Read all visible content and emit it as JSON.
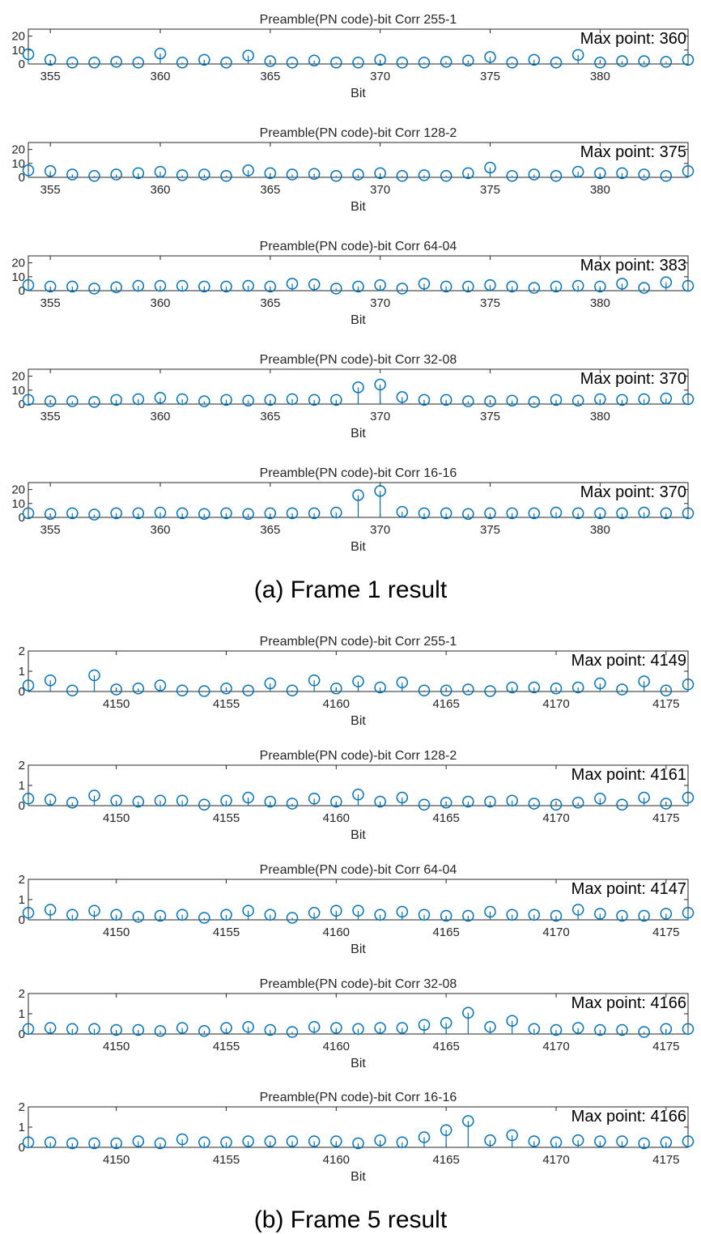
{
  "colors": {
    "series": "#0072BD",
    "axis": "#262626",
    "text": "#000000"
  },
  "captions": [
    "(a) Frame 1 result",
    "(b) Frame 5 result"
  ],
  "chart_data": [
    {
      "type": "stem",
      "title": "Preamble(PN code)-bit Corr 255-1",
      "xlabel": "Bit",
      "xlim": [
        354,
        384
      ],
      "ylim": [
        0,
        25
      ],
      "xticks": [
        355,
        360,
        365,
        370,
        375,
        380
      ],
      "yticks": [
        0,
        10,
        20
      ],
      "annotation": "Max point: 360",
      "x": [
        354,
        355,
        356,
        357,
        358,
        359,
        360,
        361,
        362,
        363,
        364,
        365,
        366,
        367,
        368,
        369,
        370,
        371,
        372,
        373,
        374,
        375,
        376,
        377,
        378,
        379,
        380,
        381,
        382,
        383,
        384
      ],
      "y": [
        7,
        3,
        1,
        1,
        1.5,
        1,
        7.5,
        1,
        3,
        1,
        6,
        2,
        1,
        2.5,
        1,
        1,
        3,
        1,
        1,
        1.5,
        2.5,
        5,
        1,
        3,
        1,
        6.5,
        1,
        2,
        2,
        1.5,
        3
      ]
    },
    {
      "type": "stem",
      "title": "Preamble(PN code)-bit Corr 128-2",
      "xlabel": "Bit",
      "xlim": [
        354,
        384
      ],
      "ylim": [
        0,
        25
      ],
      "xticks": [
        355,
        360,
        365,
        370,
        375,
        380
      ],
      "yticks": [
        0,
        10,
        20
      ],
      "annotation": "Max point: 375",
      "x": [
        354,
        355,
        356,
        357,
        358,
        359,
        360,
        361,
        362,
        363,
        364,
        365,
        366,
        367,
        368,
        369,
        370,
        371,
        372,
        373,
        374,
        375,
        376,
        377,
        378,
        379,
        380,
        381,
        382,
        383,
        384
      ],
      "y": [
        5,
        4.5,
        2,
        1,
        2,
        3,
        4,
        1.5,
        2,
        1,
        5,
        3,
        2,
        2.5,
        1,
        2,
        3,
        1,
        1.5,
        1,
        3,
        7,
        1,
        2,
        1,
        4,
        3,
        3,
        2,
        1,
        4.5
      ]
    },
    {
      "type": "stem",
      "title": "Preamble(PN code)-bit Corr 64-04",
      "xlabel": "Bit",
      "xlim": [
        354,
        384
      ],
      "ylim": [
        0,
        25
      ],
      "xticks": [
        355,
        360,
        365,
        370,
        375,
        380
      ],
      "yticks": [
        0,
        10,
        20
      ],
      "annotation": "Max point: 383",
      "x": [
        354,
        355,
        356,
        357,
        358,
        359,
        360,
        361,
        362,
        363,
        364,
        365,
        366,
        367,
        368,
        369,
        370,
        371,
        372,
        373,
        374,
        375,
        376,
        377,
        378,
        379,
        380,
        381,
        382,
        383,
        384
      ],
      "y": [
        4,
        3,
        3,
        1.5,
        2.5,
        3.5,
        3.5,
        3.5,
        3,
        3,
        3.5,
        3,
        5,
        4.5,
        1.5,
        3,
        4,
        1.5,
        5,
        3,
        3,
        4,
        3,
        2,
        3,
        3.5,
        3,
        5,
        2,
        6,
        3.5
      ]
    },
    {
      "type": "stem",
      "title": "Preamble(PN code)-bit Corr 32-08",
      "xlabel": "Bit",
      "xlim": [
        354,
        384
      ],
      "ylim": [
        0,
        25
      ],
      "xticks": [
        355,
        360,
        365,
        370,
        375,
        380
      ],
      "yticks": [
        0,
        10,
        20
      ],
      "annotation": "Max point: 370",
      "x": [
        354,
        355,
        356,
        357,
        358,
        359,
        360,
        361,
        362,
        363,
        364,
        365,
        366,
        367,
        368,
        369,
        370,
        371,
        372,
        373,
        374,
        375,
        376,
        377,
        378,
        379,
        380,
        381,
        382,
        383,
        384
      ],
      "y": [
        3,
        2,
        2,
        1.5,
        3,
        3.5,
        4.5,
        3.5,
        2,
        3,
        2.5,
        3,
        3.5,
        3,
        3,
        12,
        14,
        5,
        3,
        3,
        2,
        2,
        2.5,
        1.5,
        3,
        2.5,
        3.5,
        3,
        3.5,
        4,
        3.5
      ]
    },
    {
      "type": "stem",
      "title": "Preamble(PN code)-bit Corr 16-16",
      "xlabel": "Bit",
      "xlim": [
        354,
        384
      ],
      "ylim": [
        0,
        25
      ],
      "xticks": [
        355,
        360,
        365,
        370,
        375,
        380
      ],
      "yticks": [
        0,
        10,
        20
      ],
      "annotation": "Max point: 370",
      "x": [
        354,
        355,
        356,
        357,
        358,
        359,
        360,
        361,
        362,
        363,
        364,
        365,
        366,
        367,
        368,
        369,
        370,
        371,
        372,
        373,
        374,
        375,
        376,
        377,
        378,
        379,
        380,
        381,
        382,
        383,
        384
      ],
      "y": [
        3,
        2.5,
        3,
        2,
        3,
        3,
        3.5,
        3,
        2.5,
        3,
        2.5,
        3,
        3,
        3,
        3.5,
        16,
        19,
        4,
        3,
        3,
        2.5,
        3,
        3,
        3,
        3.5,
        3,
        3,
        3,
        3.5,
        3,
        3
      ]
    },
    {
      "type": "stem",
      "title": "Preamble(PN code)-bit Corr 255-1",
      "xlabel": "Bit",
      "xlim": [
        4146,
        4176
      ],
      "ylim": [
        0,
        2
      ],
      "xticks": [
        4150,
        4155,
        4160,
        4165,
        4170,
        4175
      ],
      "yticks": [
        0,
        1,
        2
      ],
      "annotation": "Max point: 4149",
      "x": [
        4146,
        4147,
        4148,
        4149,
        4150,
        4151,
        4152,
        4153,
        4154,
        4155,
        4156,
        4157,
        4158,
        4159,
        4160,
        4161,
        4162,
        4163,
        4164,
        4165,
        4166,
        4167,
        4168,
        4169,
        4170,
        4171,
        4172,
        4173,
        4174,
        4175,
        4176
      ],
      "y": [
        0.3,
        0.55,
        0.05,
        0.8,
        0.1,
        0.15,
        0.3,
        0.05,
        0.02,
        0.15,
        0.05,
        0.4,
        0.05,
        0.55,
        0.15,
        0.5,
        0.2,
        0.45,
        0.05,
        0.05,
        0.1,
        0.02,
        0.2,
        0.2,
        0.15,
        0.2,
        0.4,
        0.1,
        0.5,
        0.05,
        0.35
      ]
    },
    {
      "type": "stem",
      "title": "Preamble(PN code)-bit Corr 128-2",
      "xlabel": "Bit",
      "xlim": [
        4146,
        4176
      ],
      "ylim": [
        0,
        2
      ],
      "xticks": [
        4150,
        4155,
        4160,
        4165,
        4170,
        4175
      ],
      "yticks": [
        0,
        1,
        2
      ],
      "annotation": "Max point: 4161",
      "x": [
        4146,
        4147,
        4148,
        4149,
        4150,
        4151,
        4152,
        4153,
        4154,
        4155,
        4156,
        4157,
        4158,
        4159,
        4160,
        4161,
        4162,
        4163,
        4164,
        4165,
        4166,
        4167,
        4168,
        4169,
        4170,
        4171,
        4172,
        4173,
        4174,
        4175,
        4176
      ],
      "y": [
        0.35,
        0.3,
        0.15,
        0.5,
        0.25,
        0.2,
        0.25,
        0.25,
        0.05,
        0.25,
        0.4,
        0.2,
        0.1,
        0.35,
        0.2,
        0.55,
        0.2,
        0.4,
        0.05,
        0.15,
        0.2,
        0.2,
        0.25,
        0.1,
        0.05,
        0.15,
        0.35,
        0.05,
        0.4,
        0.1,
        0.4
      ]
    },
    {
      "type": "stem",
      "title": "Preamble(PN code)-bit Corr 64-04",
      "xlabel": "Bit",
      "xlim": [
        4146,
        4176
      ],
      "ylim": [
        0,
        2
      ],
      "xticks": [
        4150,
        4155,
        4160,
        4165,
        4170,
        4175
      ],
      "yticks": [
        0,
        1,
        2
      ],
      "annotation": "Max point: 4147",
      "x": [
        4146,
        4147,
        4148,
        4149,
        4150,
        4151,
        4152,
        4153,
        4154,
        4155,
        4156,
        4157,
        4158,
        4159,
        4160,
        4161,
        4162,
        4163,
        4164,
        4165,
        4166,
        4167,
        4168,
        4169,
        4170,
        4171,
        4172,
        4173,
        4174,
        4175,
        4176
      ],
      "y": [
        0.35,
        0.5,
        0.25,
        0.45,
        0.25,
        0.15,
        0.2,
        0.25,
        0.1,
        0.25,
        0.45,
        0.25,
        0.1,
        0.35,
        0.45,
        0.45,
        0.25,
        0.4,
        0.25,
        0.2,
        0.2,
        0.4,
        0.25,
        0.25,
        0.2,
        0.5,
        0.3,
        0.2,
        0.2,
        0.3,
        0.35
      ]
    },
    {
      "type": "stem",
      "title": "Preamble(PN code)-bit Corr 32-08",
      "xlabel": "Bit",
      "xlim": [
        4146,
        4176
      ],
      "ylim": [
        0,
        2
      ],
      "xticks": [
        4150,
        4155,
        4160,
        4165,
        4170,
        4175
      ],
      "yticks": [
        0,
        1,
        2
      ],
      "annotation": "Max point: 4166",
      "x": [
        4146,
        4147,
        4148,
        4149,
        4150,
        4151,
        4152,
        4153,
        4154,
        4155,
        4156,
        4157,
        4158,
        4159,
        4160,
        4161,
        4162,
        4163,
        4164,
        4165,
        4166,
        4167,
        4168,
        4169,
        4170,
        4171,
        4172,
        4173,
        4174,
        4175,
        4176
      ],
      "y": [
        0.25,
        0.3,
        0.25,
        0.25,
        0.2,
        0.2,
        0.15,
        0.3,
        0.15,
        0.3,
        0.35,
        0.2,
        0.1,
        0.35,
        0.3,
        0.25,
        0.3,
        0.3,
        0.45,
        0.55,
        1.05,
        0.35,
        0.65,
        0.25,
        0.2,
        0.3,
        0.2,
        0.2,
        0.1,
        0.25,
        0.25
      ]
    },
    {
      "type": "stem",
      "title": "Preamble(PN code)-bit Corr 16-16",
      "xlabel": "Bit",
      "xlim": [
        4146,
        4176
      ],
      "ylim": [
        0,
        2
      ],
      "xticks": [
        4150,
        4155,
        4160,
        4165,
        4170,
        4175
      ],
      "yticks": [
        0,
        1,
        2
      ],
      "annotation": "Max point: 4166",
      "x": [
        4146,
        4147,
        4148,
        4149,
        4150,
        4151,
        4152,
        4153,
        4154,
        4155,
        4156,
        4157,
        4158,
        4159,
        4160,
        4161,
        4162,
        4163,
        4164,
        4165,
        4166,
        4167,
        4168,
        4169,
        4170,
        4171,
        4172,
        4173,
        4174,
        4175,
        4176
      ],
      "y": [
        0.25,
        0.25,
        0.2,
        0.2,
        0.2,
        0.3,
        0.2,
        0.4,
        0.25,
        0.25,
        0.3,
        0.3,
        0.3,
        0.3,
        0.3,
        0.2,
        0.35,
        0.25,
        0.5,
        0.85,
        1.3,
        0.35,
        0.6,
        0.3,
        0.25,
        0.35,
        0.3,
        0.3,
        0.2,
        0.25,
        0.3
      ]
    }
  ]
}
